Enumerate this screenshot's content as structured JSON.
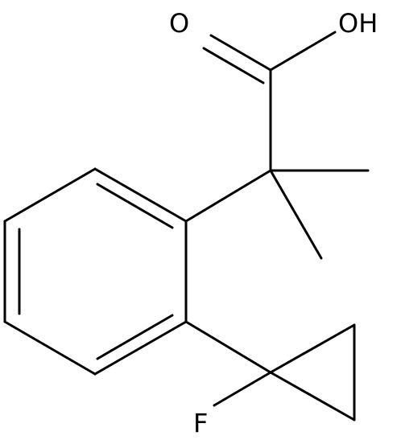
{
  "atoms": {
    "oxygen_carbonyl": "O",
    "hydroxyl": "OH",
    "fluorine": "F"
  },
  "colors": {
    "bond": "#000000",
    "background": "#ffffff"
  }
}
